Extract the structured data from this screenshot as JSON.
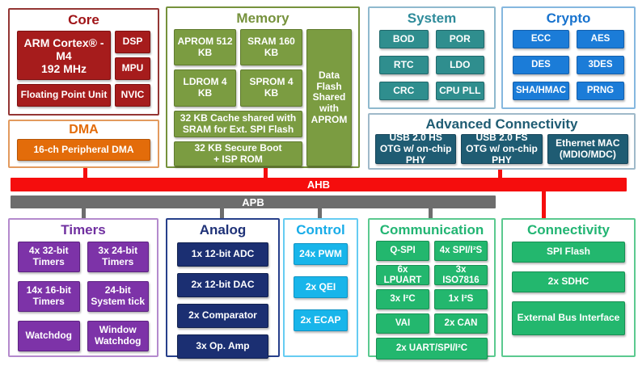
{
  "diagram": {
    "core": {
      "title": "Core",
      "cpu_line1": "ARM Cortex® -M4",
      "cpu_line2": "192 MHz",
      "dsp": "DSP",
      "mpu": "MPU",
      "fpu": "Floating Point Unit",
      "nvic": "NVIC"
    },
    "dma": {
      "title": "DMA",
      "item": "16-ch Peripheral DMA"
    },
    "memory": {
      "title": "Memory",
      "aprom": "APROM 512 KB",
      "sram": "SRAM 160 KB",
      "ldrom": "LDROM 4 KB",
      "sprom": "SPROM 4 KB",
      "dataflash": "Data Flash Shared with APROM",
      "cache_line1": "32 KB Cache shared with",
      "cache_line2": "SRAM for Ext. SPI Flash",
      "boot_line1": "32 KB Secure Boot",
      "boot_line2": "+ ISP ROM"
    },
    "system": {
      "title": "System",
      "items": [
        "BOD",
        "POR",
        "RTC",
        "LDO",
        "CRC",
        "CPU PLL"
      ]
    },
    "crypto": {
      "title": "Crypto",
      "items": [
        "ECC",
        "AES",
        "DES",
        "3DES",
        "SHA/HMAC",
        "PRNG"
      ]
    },
    "advanced": {
      "title": "Advanced Connectivity",
      "items": [
        "USB 2.0 HS OTG w/ on-chip PHY",
        "USB 2.0 FS OTG w/ on-chip PHY",
        "Ethernet MAC (MDIO/MDC)"
      ]
    },
    "buses": {
      "ahb": "AHB",
      "apb": "APB"
    },
    "timers": {
      "title": "Timers",
      "items": [
        "4x 32-bit Timers",
        "3x 24-bit Timers",
        "14x 16-bit Timers",
        "24-bit System tick",
        "Watchdog",
        "Window Watchdog"
      ]
    },
    "analog": {
      "title": "Analog",
      "items": [
        "1x 12-bit ADC",
        "2x 12-bit DAC",
        "2x Comparator",
        "3x Op. Amp"
      ]
    },
    "control": {
      "title": "Control",
      "items": [
        "24x PWM",
        "2x QEI",
        "2x ECAP"
      ]
    },
    "communication": {
      "title": "Communication",
      "items": [
        "Q-SPI",
        "4x SPI/I²S",
        "6x LPUART",
        "3x ISO7816",
        "3x I²C",
        "1x I²S",
        "VAI",
        "2x CAN"
      ],
      "wide": "2x UART/SPI/I²C"
    },
    "connectivity": {
      "title": "Connectivity",
      "items": [
        "SPI Flash",
        "2x SDHC",
        "External Bus Interface"
      ]
    },
    "colors": {
      "ahb_bus": "#F50D0D",
      "apb_bus": "#6D6D6D",
      "core": "#A61C1C",
      "dma": "#E36C0A",
      "memory": "#7B9C41",
      "system": "#2F8E8E",
      "crypto": "#1B7CD8",
      "advanced": "#1F5C73",
      "timers": "#7D33A8",
      "analog": "#1B2F72",
      "control": "#18B5EA",
      "communication_green": "#23B76E"
    }
  }
}
